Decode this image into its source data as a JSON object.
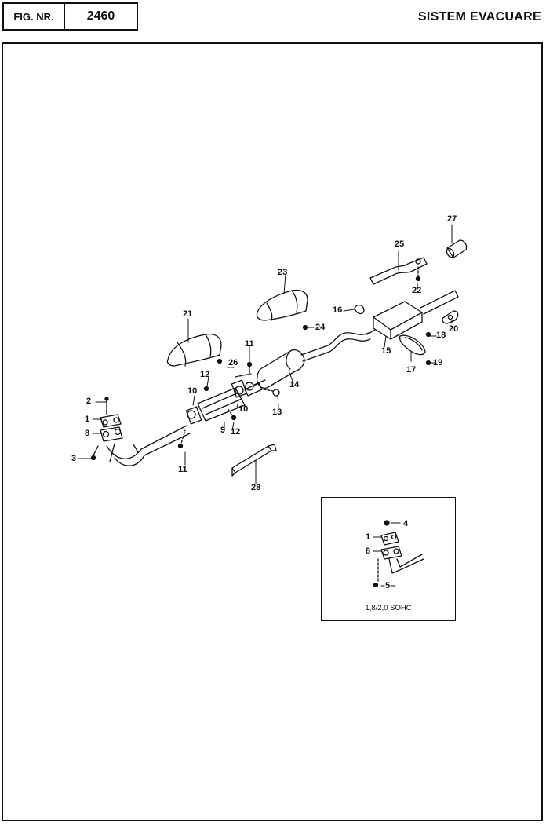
{
  "header": {
    "fig_label": "FIG. NR.",
    "fig_number": "2460",
    "title": "SISTEM EVACUARE"
  },
  "callouts": {
    "c1": "1",
    "c2": "2",
    "c3": "3",
    "c8": "8",
    "c9": "9",
    "c10a": "10",
    "c10b": "10",
    "c11a": "11",
    "c11b": "11",
    "c12a": "12",
    "c12b": "12",
    "c13": "13",
    "c14": "14",
    "c15": "15",
    "c16": "16",
    "c17": "17",
    "c18": "18",
    "c19": "19",
    "c20": "20",
    "c21": "21",
    "c22": "22",
    "c23": "23",
    "c24": "24",
    "c25": "25",
    "c26": "26",
    "c27": "27",
    "c28": "28"
  },
  "inset": {
    "caption": "1,8/2,0 SOHC",
    "c1": "1",
    "c4": "4",
    "c5": "5",
    "c8": "8"
  }
}
